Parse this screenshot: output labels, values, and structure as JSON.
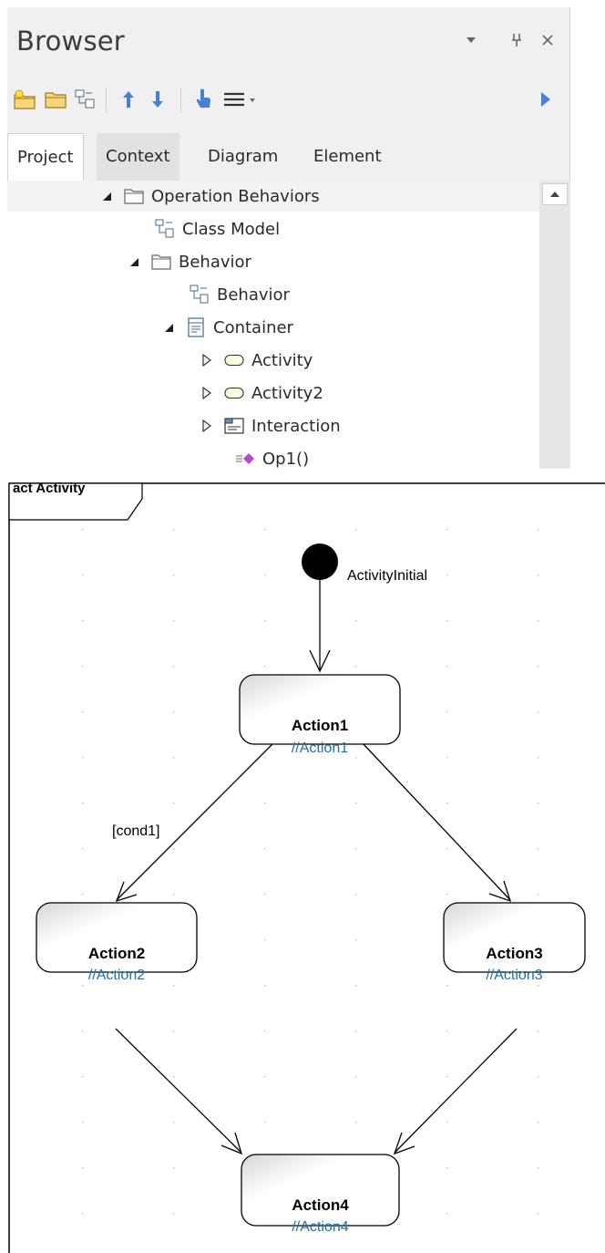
{
  "browser": {
    "title": "Browser",
    "controls": {
      "dropdown_icon": "caret-down-icon",
      "pin_glyph": "ф",
      "close_glyph": "✕"
    },
    "toolbar": [
      "new-package-icon",
      "folder-icon",
      "class-diagram-icon",
      "move-up-icon",
      "move-down-icon",
      "hand-pointer-icon",
      "menu-icon",
      "expand-right-icon"
    ],
    "tabs": [
      {
        "label": "Project"
      },
      {
        "label": "Context"
      },
      {
        "label": "Diagram"
      },
      {
        "label": "Element"
      }
    ],
    "tree": [
      {
        "label": "Operation Behaviors",
        "icon": "folder-icon",
        "expander": "expanded"
      },
      {
        "label": "Class Model",
        "icon": "class-diagram-icon",
        "expander": ""
      },
      {
        "label": "Behavior",
        "icon": "folder-icon",
        "expander": "expanded"
      },
      {
        "label": "Behavior",
        "icon": "class-diagram-icon",
        "expander": ""
      },
      {
        "label": "Container",
        "icon": "class-icon",
        "expander": "expanded"
      },
      {
        "label": "Activity",
        "icon": "activity-icon",
        "expander": "collapsed"
      },
      {
        "label": "Activity2",
        "icon": "activity-icon",
        "expander": "collapsed"
      },
      {
        "label": "Interaction",
        "icon": "interaction-icon",
        "expander": "collapsed"
      },
      {
        "label": "Op1()",
        "icon": "operation-icon",
        "expander": ""
      }
    ]
  },
  "diagram": {
    "frame_label": "act Activity",
    "initial_node": {
      "label": "ActivityInitial"
    },
    "actions": [
      {
        "name": "Action1",
        "stereotype": "//Action1"
      },
      {
        "name": "Action2",
        "stereotype": "//Action2"
      },
      {
        "name": "Action3",
        "stereotype": "//Action3"
      },
      {
        "name": "Action4",
        "stereotype": "//Action4"
      }
    ],
    "guards": [
      {
        "label": "[cond1]"
      }
    ],
    "colors": {
      "stereotype": "#1f6fa8",
      "node_fill": "#ffffff",
      "grid_dot": "#bcbcbc"
    }
  }
}
